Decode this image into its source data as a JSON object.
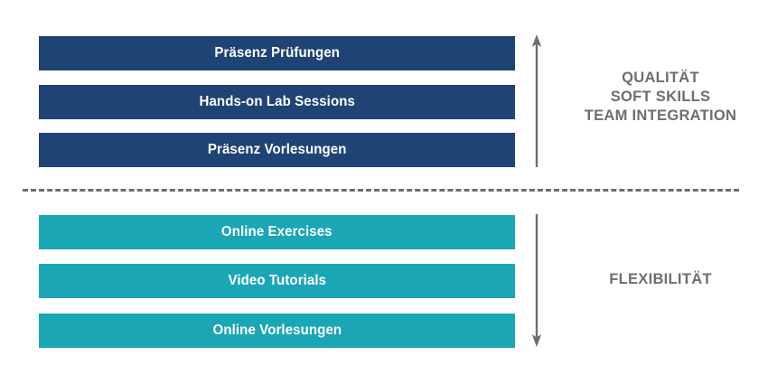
{
  "diagram": {
    "colors": {
      "presence_bar": "#1F4375",
      "online_bar": "#1BA6B6",
      "divider": "#6D6E70",
      "arrow": "#6D6E70",
      "side_label_text": "#6D6E70",
      "bar_label_text": "#FFFFFF",
      "background": "#FFFFFF"
    },
    "upper_group": {
      "bars": [
        {
          "label": "Präsenz Prüfungen"
        },
        {
          "label": "Hands-on Lab Sessions"
        },
        {
          "label": "Präsenz Vorlesungen"
        }
      ],
      "arrow": {
        "name": "up-arrow",
        "direction": "up"
      },
      "side_labels": [
        "QUALITÄT",
        "SOFT SKILLS",
        "TEAM INTEGRATION"
      ]
    },
    "lower_group": {
      "bars": [
        {
          "label": "Online Exercises"
        },
        {
          "label": "Video Tutorials"
        },
        {
          "label": "Online Vorlesungen"
        }
      ],
      "arrow": {
        "name": "down-arrow",
        "direction": "down"
      },
      "side_labels": [
        "FLEXIBILITÄT"
      ]
    },
    "divider": {
      "style": "dashed"
    }
  }
}
